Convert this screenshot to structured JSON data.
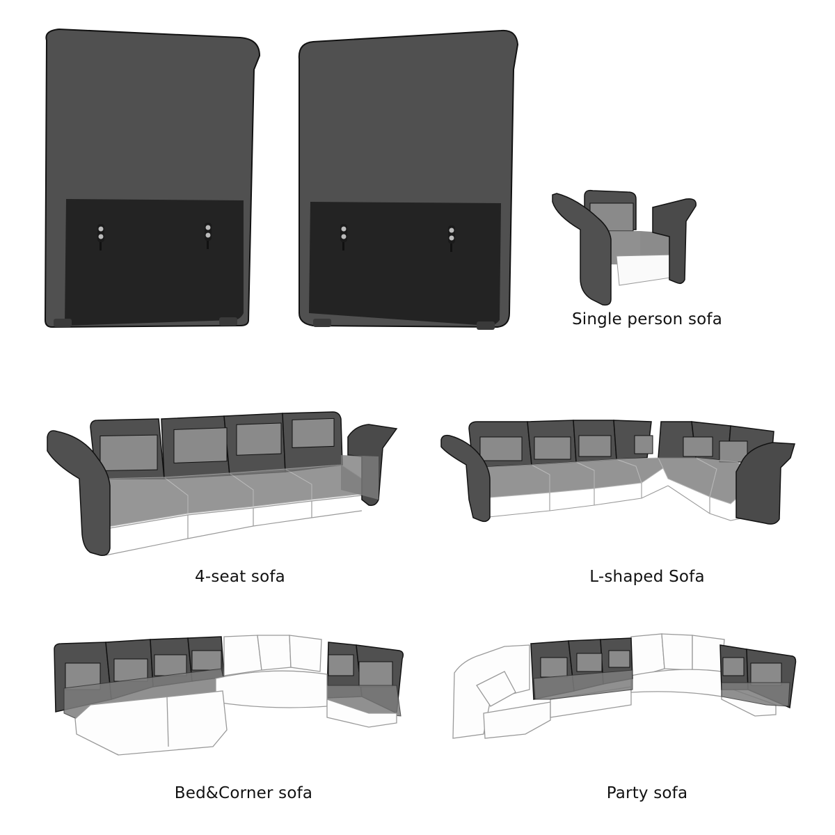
{
  "colors": {
    "background": "#ffffff",
    "fabric": "#505050",
    "fabric_dark": "#3e3e3e",
    "back_panel": "#232323",
    "cushion": "#8a8a8a",
    "seat_translucent": "#7d7d7d",
    "outline": "#111111",
    "wireframe": "#9a9a9a",
    "label_text": "#111111"
  },
  "products": {
    "backrests": {
      "description": "Backrest module, front and rear views",
      "count": 2
    },
    "single": {
      "label": "Single person sofa"
    },
    "four_seat": {
      "label": "4-seat sofa"
    },
    "l_shaped": {
      "label": "L-shaped Sofa"
    },
    "bed_corner": {
      "label": "Bed&Corner sofa"
    },
    "party": {
      "label": "Party sofa"
    }
  }
}
